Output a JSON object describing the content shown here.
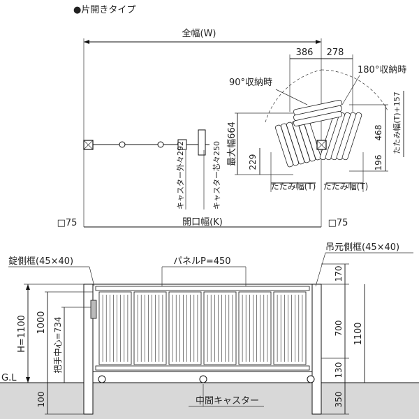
{
  "title": "●片開きタイプ",
  "plan": {
    "overall_width": "全幅(W)",
    "dim_386": "386",
    "dim_278": "278",
    "open_90": "90°収納時",
    "open_180": "180°収納時",
    "max_width": "最大幅664",
    "dim_468": "468",
    "tatami_right": "たたみ幅(T)+157",
    "dim_229": "229",
    "dim_196": "196",
    "tatami_1": "たたみ幅(T)",
    "tatami_2": "たたみ幅(T)",
    "caster_outer": "キャスター外々292",
    "caster_center": "キャスター芯々250",
    "post_left": "□75",
    "post_right": "□75",
    "opening_width": "開口幅(K)"
  },
  "elevation": {
    "lock_frame": "錠側框(45×40)",
    "panel_pitch": "パネルP=450",
    "hinge_frame": "吊元側框(45×40)",
    "height_total": "H=1100",
    "dim_1000": "1000",
    "handle_center": "把手中心=734",
    "ground_level": "G.L",
    "dim_100": "100",
    "dim_170": "170",
    "dim_700": "700",
    "dim_130": "130",
    "dim_1100": "1100",
    "dim_350": "350",
    "middle_caster": "中間キャスター"
  }
}
